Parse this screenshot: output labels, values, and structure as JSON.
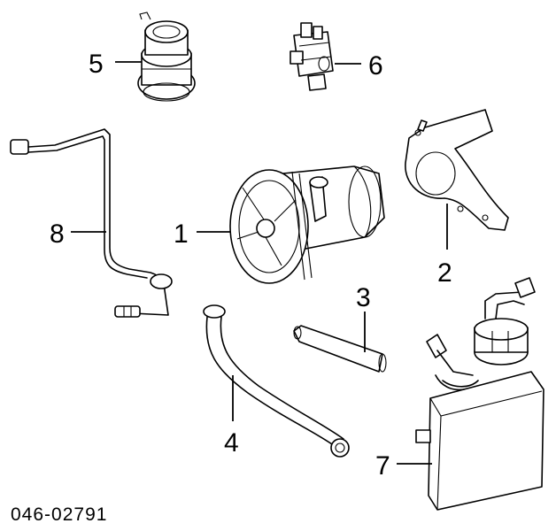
{
  "callouts": {
    "c1": "1",
    "c2": "2",
    "c3": "3",
    "c4": "4",
    "c5": "5",
    "c6": "6",
    "c7": "7",
    "c8": "8"
  },
  "diagram_code": "046-02791"
}
